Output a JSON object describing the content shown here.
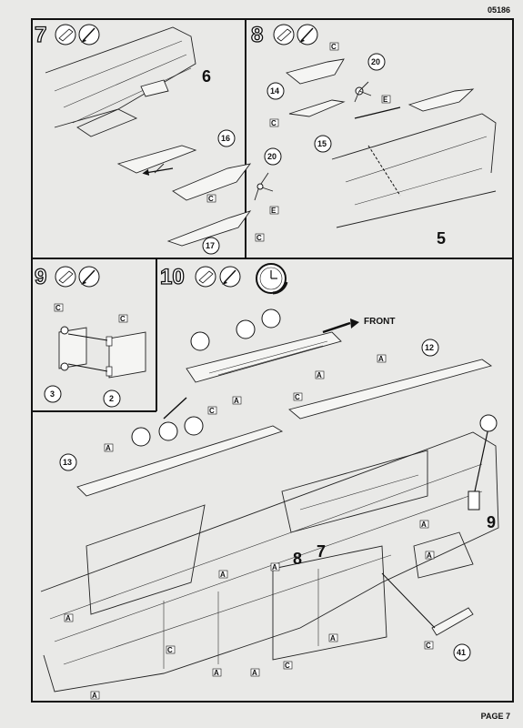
{
  "header": {
    "code": "05186"
  },
  "footer": {
    "page": "PAGE 7"
  },
  "steps": [
    {
      "number": "7"
    },
    {
      "number": "8"
    },
    {
      "number": "9"
    },
    {
      "number": "10"
    }
  ],
  "step7": {
    "big_label": "6",
    "callouts": [
      "16",
      "20",
      "17"
    ],
    "letters": [
      "C",
      "E",
      "C"
    ]
  },
  "step8": {
    "big_label": "5",
    "callouts": [
      "14",
      "20",
      "15"
    ],
    "letters": [
      "C",
      "E",
      "C"
    ]
  },
  "step9": {
    "callouts": [
      "3",
      "2"
    ],
    "letters": [
      "C",
      "C"
    ]
  },
  "step10": {
    "front_label": "FRONT",
    "callouts": [
      "12",
      "13",
      "41"
    ],
    "big_labels": [
      "9",
      "8",
      "7"
    ],
    "letters": [
      "A",
      "C",
      "A",
      "A",
      "C",
      "A",
      "A",
      "A",
      "A",
      "A",
      "A",
      "C",
      "A",
      "C",
      "A",
      "A",
      "C",
      "A"
    ]
  },
  "icons": [
    "glue-tube-icon",
    "paint-brush-icon",
    "clock-icon"
  ]
}
